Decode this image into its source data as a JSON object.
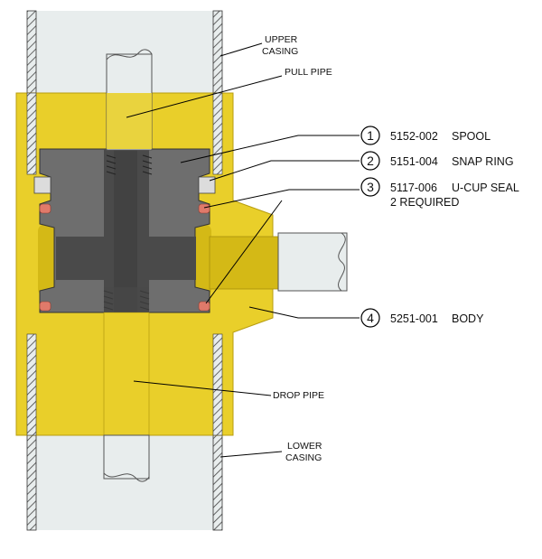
{
  "colors": {
    "body_yellow": "#e9cf2a",
    "body_yellow_dark": "#c9ae12",
    "spool_gray": "#6e6e6e",
    "spool_gray_dark": "#3c3c3c",
    "pipe_fill": "#e8eded",
    "seal_pink": "#e07a6a",
    "hatch": "#444444",
    "leader": "#000000"
  },
  "labels": {
    "upper_casing": [
      "UPPER",
      "CASING"
    ],
    "pull_pipe": "PULL PIPE",
    "drop_pipe": "DROP PIPE",
    "lower_casing": [
      "LOWER",
      "CASING"
    ]
  },
  "parts": [
    {
      "number": "1",
      "code": "5152-002",
      "name": "SPOOL",
      "note": ""
    },
    {
      "number": "2",
      "code": "5151-004",
      "name": "SNAP RING",
      "note": ""
    },
    {
      "number": "3",
      "code": "5117-006",
      "name": "U-CUP SEAL",
      "note": "2 REQUIRED"
    },
    {
      "number": "4",
      "code": "5251-001",
      "name": "BODY",
      "note": ""
    }
  ]
}
